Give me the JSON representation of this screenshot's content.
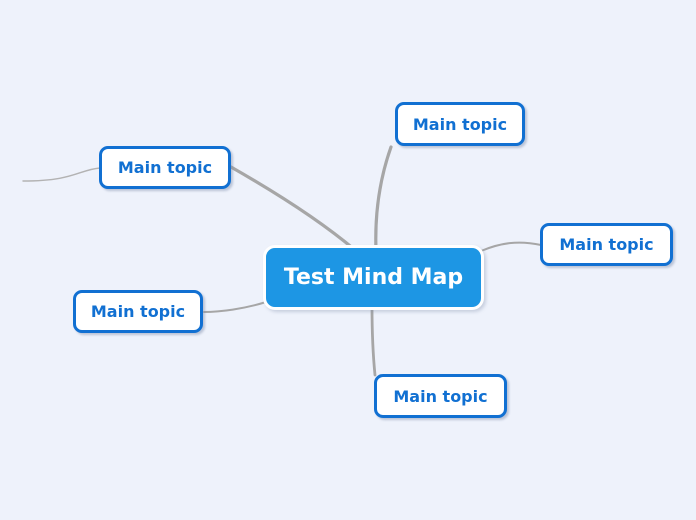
{
  "canvas": {
    "background": "#eef2fb"
  },
  "colors": {
    "bg": "#eef2fb",
    "root_fill": "#1d96e4",
    "root_text": "#ffffff",
    "topic_fill": "#ffffff",
    "topic_border": "#1170d2",
    "topic_text": "#1170d2",
    "connector": "#a6a6a6",
    "connector_stub": "#b3b3b3"
  },
  "root_node": {
    "label": "Test Mind Map"
  },
  "topics": [
    {
      "label": "Main topic",
      "position": "top-left"
    },
    {
      "label": "Main topic",
      "position": "top-right"
    },
    {
      "label": "Main topic",
      "position": "right"
    },
    {
      "label": "Main topic",
      "position": "bottom"
    },
    {
      "label": "Main topic",
      "position": "left"
    }
  ]
}
